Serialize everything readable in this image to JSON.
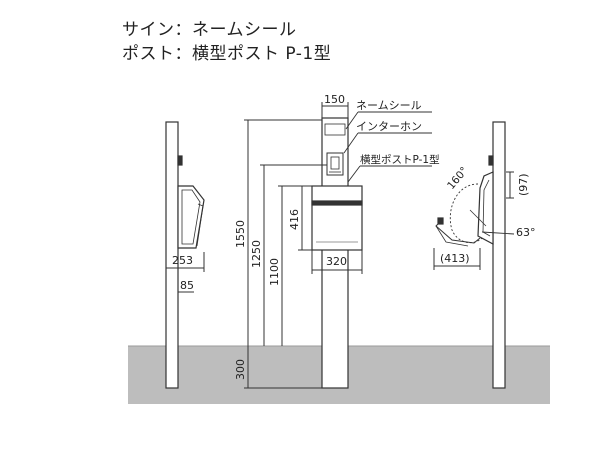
{
  "header": {
    "sign_line": "サイン：ネームシール",
    "post_line": "ポスト：横型ポスト P-1型"
  },
  "labels": {
    "name_seal": "ネームシール",
    "intercom": "インターホン",
    "post_model": "横型ポストP-1型"
  },
  "dimensions": {
    "top_width": "150",
    "post_width": "320",
    "post_height": "416",
    "total_height": "1550",
    "intercom_height": "1250",
    "post_bottom_height": "1100",
    "embed_depth": "300",
    "left_depth": "253",
    "left_offset": "85",
    "open_angle": "160°",
    "open_depth": "(97)",
    "lid_angle": "63°",
    "open_width": "(413)"
  },
  "colors": {
    "line": "#333333",
    "ground": "#bdbdbd",
    "ground_top": "#9a9a9a"
  }
}
